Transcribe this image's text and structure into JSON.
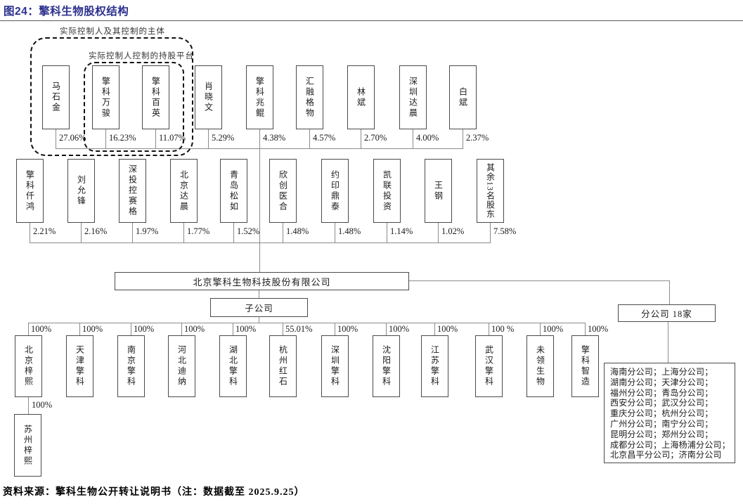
{
  "title": "图24：擎科生物股权结构",
  "groups": {
    "outer_label": "实际控制人及其控制的主体",
    "inner_label": "实际控制人控制的持股平台"
  },
  "shareholders_row1": [
    {
      "name": "马石金",
      "pct": "27.06%"
    },
    {
      "name": "擎科万骏",
      "pct": "16.23%"
    },
    {
      "name": "擎科百英",
      "pct": "11.07%"
    },
    {
      "name": "肖晓文",
      "pct": "5.29%"
    },
    {
      "name": "擎科兆鲲",
      "pct": "4.38%"
    },
    {
      "name": "汇融格物",
      "pct": "4.57%"
    },
    {
      "name": "林斌",
      "pct": "2.70%"
    },
    {
      "name": "深圳达晨",
      "pct": "4.00%"
    },
    {
      "name": "白斌",
      "pct": "2.37%"
    }
  ],
  "shareholders_row2": [
    {
      "name": "擎科仟鸿",
      "pct": "2.21%"
    },
    {
      "name": "刘允锋",
      "pct": "2.16%"
    },
    {
      "name": "深投控赛格",
      "pct": "1.97%"
    },
    {
      "name": "北京达晨",
      "pct": "1.77%"
    },
    {
      "name": "青岛松如",
      "pct": "1.52%"
    },
    {
      "name": "欣创医合",
      "pct": "1.48%"
    },
    {
      "name": "约印鼎泰",
      "pct": "1.48%"
    },
    {
      "name": "凯联投资",
      "pct": "1.14%"
    },
    {
      "name": "王钢",
      "pct": "1.02%"
    },
    {
      "name": "其余13名股东",
      "pct": "7.58%"
    }
  ],
  "company": "北京擎科生物科技股份有限公司",
  "subsidiary_label": "子公司",
  "branch_label": "分公司 18家",
  "subsidiaries": [
    {
      "name": "北京梓熙",
      "pct": "100%"
    },
    {
      "name": "天津擎科",
      "pct": "100%"
    },
    {
      "name": "南京擎科",
      "pct": "100%"
    },
    {
      "name": "河北迪纳",
      "pct": "100%"
    },
    {
      "name": "湖北擎科",
      "pct": "100%"
    },
    {
      "name": "杭州红石",
      "pct": "55.01%"
    },
    {
      "name": "深圳擎科",
      "pct": "100%"
    },
    {
      "name": "沈阳擎科",
      "pct": "100%"
    },
    {
      "name": "江苏擎科",
      "pct": "100%"
    },
    {
      "name": "武汉擎科",
      "pct": "100 %"
    },
    {
      "name": "未领生物",
      "pct": "100%"
    },
    {
      "name": "擎科智造",
      "pct": "100%"
    }
  ],
  "second_level": {
    "name": "苏州梓熙",
    "pct": "100%"
  },
  "branch_list": [
    "海南分公司；上海分公司；",
    "湖南分公司；天津分公司；",
    "福州分公司；青岛分公司；",
    "西安分公司；武汉分公司；",
    "重庆分公司；杭州分公司；",
    "广州分公司；南宁分公司；",
    "昆明分公司；郑州分公司；",
    "成都分公司；上海杨浦分公司；",
    "北京昌平分公司；济南分公司"
  ],
  "source": "资料来源：擎科生物公开转让说明书（注：数据截至 2025.9.25）",
  "colors": {
    "title": "#2B2F8E",
    "box_border": "#4a4a4a",
    "line": "#8c8c8c"
  }
}
